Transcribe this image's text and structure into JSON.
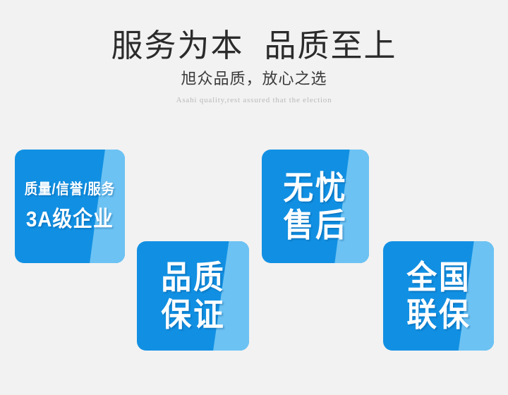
{
  "header": {
    "headline": "服务为本  品质至上",
    "subline": "旭众品质，放心之选",
    "english": "Asahi quality,rest assured that the election"
  },
  "colors": {
    "background": "#f2f2f2",
    "blue_dark": "#1190e3",
    "blue_light": "#6cc2f3",
    "text_dark": "#2b2b2b",
    "text_muted": "#b9b9b9",
    "card_text": "#ffffff"
  },
  "cards": [
    {
      "name": "quality",
      "line1": "质量/信誉/服务",
      "line2": "3A级企业"
    },
    {
      "name": "assurance",
      "line1": "品质",
      "line2": "保证"
    },
    {
      "name": "service",
      "line1": "无忧",
      "line2": "售后"
    },
    {
      "name": "warranty",
      "line1": "全国",
      "line2": "联保"
    }
  ]
}
